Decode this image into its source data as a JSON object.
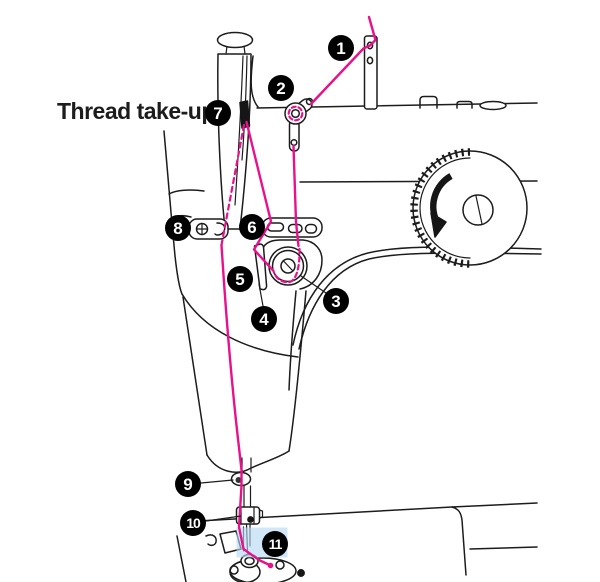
{
  "diagram": {
    "title_label": "Thread take-up",
    "callouts": [
      {
        "n": "1"
      },
      {
        "n": "2"
      },
      {
        "n": "3"
      },
      {
        "n": "4"
      },
      {
        "n": "5"
      },
      {
        "n": "6"
      },
      {
        "n": "7"
      },
      {
        "n": "8"
      },
      {
        "n": "9"
      },
      {
        "n": "10"
      },
      {
        "n": "11"
      }
    ],
    "colors": {
      "thread": "#e9118b",
      "highlight": "#b5d8f3",
      "ink": "#1c1c1c",
      "callout_bg": "#000000",
      "callout_text": "#ffffff"
    }
  }
}
